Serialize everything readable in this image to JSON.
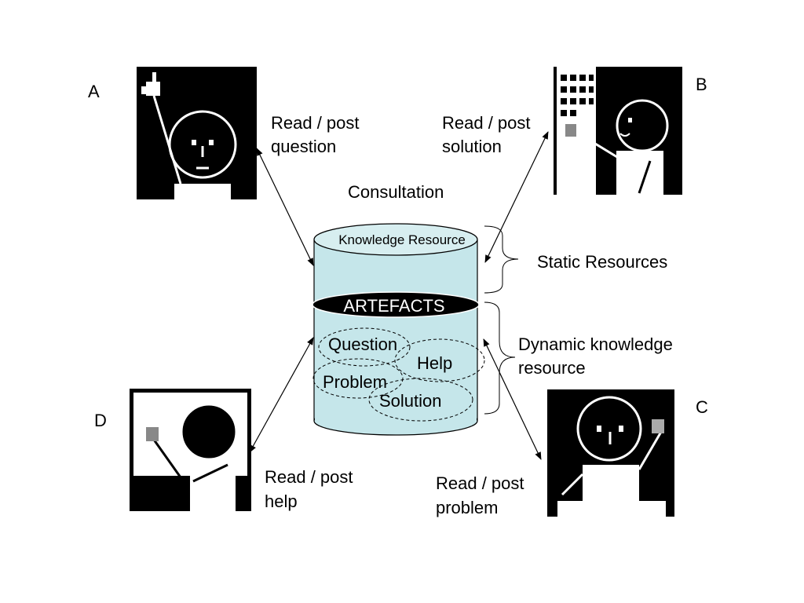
{
  "diagram": {
    "labels": {
      "A": "A",
      "B": "B",
      "C": "C",
      "D": "D",
      "consultation": "Consultation",
      "knowledge_resource": "Knowledge Resource",
      "artefacts": "ARTEFACTS",
      "static_resources": "Static Resources",
      "dynamic_line1": "Dynamic knowledge",
      "dynamic_line2": "resource"
    },
    "actions": {
      "a_line1": "Read / post",
      "a_line2": "question",
      "b_line1": "Read / post",
      "b_line2": "solution",
      "c_line1": "Read / post",
      "c_line2": "problem",
      "d_line1": "Read / post",
      "d_line2": "help"
    },
    "artefacts": {
      "question": "Question",
      "help": "Help",
      "problem": "Problem",
      "solution": "Solution"
    },
    "colors": {
      "cylinder_fill": "#c5e6ea",
      "band_fill": "#000000",
      "band_text": "#ffffff",
      "figure_bg": "#000000",
      "figure_fg": "#ffffff"
    },
    "icons": {
      "A": "person-raising-hand-icon",
      "B": "person-at-keypad-icon",
      "C": "person-thinking-icon",
      "D": "person-at-board-icon"
    }
  }
}
